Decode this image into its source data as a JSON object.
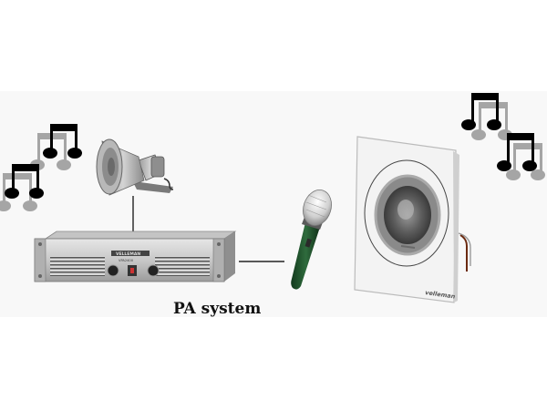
{
  "diagram": {
    "caption": "PA system",
    "amplifier": {
      "brand_label": "VELLEMAN",
      "model_label": "VPA2400"
    },
    "wall_speaker": {
      "brand_label": "velleman"
    },
    "colors": {
      "background": "#ffffff",
      "band": "#f8f8f8",
      "note_dark": "#000000",
      "note_shadow": "#9a9a9a",
      "amp_silver": "#c9c9c9",
      "mic_green": "#1f4d2b",
      "speaker_panel": "#f4f4f4"
    },
    "icons": [
      "music-note-icon",
      "horn-speaker-icon",
      "amplifier-icon",
      "microphone-icon",
      "wall-speaker-icon"
    ]
  }
}
